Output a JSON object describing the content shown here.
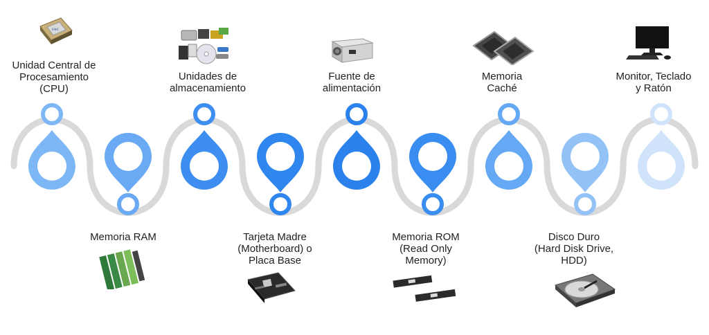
{
  "components": [
    {
      "label": "Unidad Central de\nProcesamiento\n(CPU)",
      "icon": "cpu-icon",
      "color": "#7eb7f5"
    },
    {
      "label": "Memoria RAM",
      "icon": "ram-icon",
      "color": "#6aa9f4"
    },
    {
      "label": "Unidades de\nalmacenamiento",
      "icon": "storage-devices-icon",
      "color": "#3d8ef0"
    },
    {
      "label": "Tarjeta Madre\n(Motherboard) o\nPlaca Base",
      "icon": "motherboard-icon",
      "color": "#2f86ee"
    },
    {
      "label": "Fuente de\nalimentación",
      "icon": "power-supply-icon",
      "color": "#2b82ec"
    },
    {
      "label": "Memoria ROM\n(Read Only\nMemory)",
      "icon": "rom-chip-icon",
      "color": "#3a8df0"
    },
    {
      "label": "Memoria\nCaché",
      "icon": "cache-chip-icon",
      "color": "#65a8f4"
    },
    {
      "label": "Disco Duro\n(Hard Disk Drive,\nHDD)",
      "icon": "hard-disk-icon",
      "color": "#93c2f7"
    },
    {
      "label": "Monitor, Teclado\ny Ratón",
      "icon": "monitor-keyboard-mouse-icon",
      "color": "#cfe3fb"
    }
  ],
  "connector_color": "#d9d9d9"
}
